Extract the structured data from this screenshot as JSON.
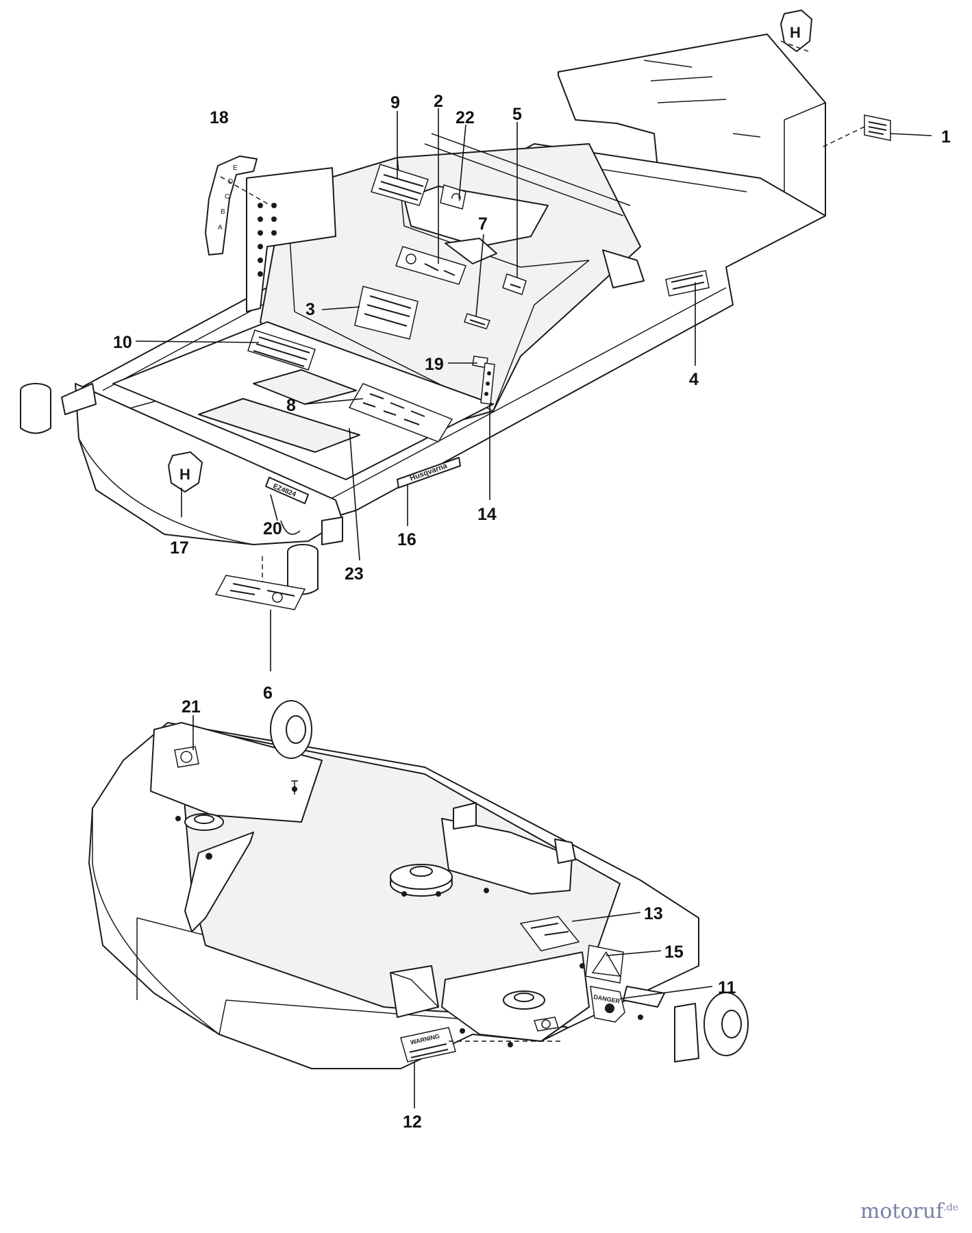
{
  "part_numbers": [
    "1",
    "2",
    "3",
    "4",
    "5",
    "6",
    "7",
    "8",
    "9",
    "10",
    "11",
    "12",
    "13",
    "14",
    "15",
    "16",
    "17",
    "18",
    "19",
    "20",
    "20",
    "21",
    "22",
    "23"
  ],
  "brand_text": "Husqvarna",
  "model_text": "EZ4824",
  "danger_text": "DANGER",
  "warning_text": "WARNING",
  "watermark": {
    "main": "motoruf",
    "suffix": ".de"
  }
}
